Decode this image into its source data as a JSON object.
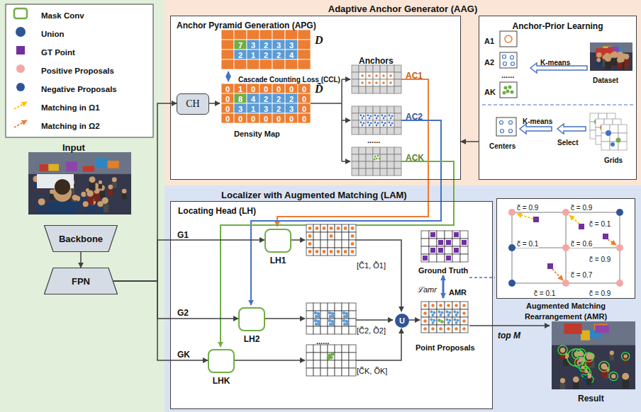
{
  "diagram": {
    "nodes": [
      {
        "text": [
          "Backbone"
        ]
      },
      {
        "text": [
          "FPN"
        ]
      },
      {
        "text": [
          "Adaptive Anchor Generator (AAG)"
        ]
      },
      {
        "text": [
          "Anchor Pyramid Generation (APG)"
        ],
        "in": 2
      },
      {
        "text": [
          "CH"
        ],
        "in": 3
      },
      {
        "text": [
          "Anchor-Prior Learning"
        ],
        "in": 2
      },
      {
        "text": [
          "Localizer with Augmented Matching (LAM)"
        ]
      },
      {
        "text": [
          "Locating Head (LH)"
        ],
        "in": 6
      },
      {
        "text": [
          "LH1"
        ],
        "in": 7
      },
      {
        "text": [
          "LH2"
        ],
        "in": 7
      },
      {
        "text": [
          "LHK"
        ],
        "in": 7
      },
      {
        "text": [
          "U"
        ],
        "in": 7
      },
      {
        "text": [
          "Augmented Matching Rearrangement (AMR)"
        ],
        "in": 6
      }
    ],
    "edges": [
      {
        "from": 0,
        "to": 1,
        "arrow": "to"
      },
      {
        "from": 1,
        "to": 4,
        "arrow": "to"
      },
      {
        "from": 1,
        "to": 8,
        "arrow": "to"
      },
      {
        "from": 1,
        "to": 9,
        "arrow": "to"
      },
      {
        "from": 1,
        "to": 10,
        "arrow": "to"
      },
      {
        "from": 5,
        "to": 3,
        "arrow": "to"
      }
    ],
    "labels": [
      "Input",
      "D",
      "7",
      "3",
      "2",
      "3",
      "3",
      "2",
      "1",
      "2",
      "2",
      "4",
      "Cascade Counting Loss (CCL)",
      "0",
      "1",
      "0",
      "0",
      "0",
      "0",
      "0",
      "0",
      "8",
      "4",
      "2",
      "2",
      "2",
      "0",
      "0",
      "3",
      "1",
      "3",
      "2",
      "3",
      "0",
      "0",
      "0",
      "0",
      "0",
      "0",
      "0",
      "0",
      "D̃",
      "Density Map",
      "Anchors",
      "......",
      "AC1",
      "AC2",
      "ACK",
      "A1",
      "A2",
      "......",
      "AK",
      "K-means",
      "Dataset",
      "Centers",
      "K-means",
      "Select",
      "Grids",
      "G1",
      "G2",
      "GK",
      "[C̃1, Õ1]",
      "......",
      "[C̃2, Õ2]",
      "[C̃K, ÕK]",
      "Ground Truth",
      "ℒamr",
      "AMR",
      "Point Proposals",
      "top M",
      "Result",
      "c̃ = 0.9",
      "c̃ = 0.9",
      "c̃ = 0.1",
      "c̃ = 0.1",
      "c̃ = 0.6",
      "c̃ = 0.9",
      "c̃ = 0.7",
      "c̃ = 0.1",
      "c̃ = 0.9"
    ],
    "legend": [
      {
        "text": "Mask Conv"
      },
      {
        "text": "Union"
      },
      {
        "text": "GT Point",
        "color": "#7030a0"
      },
      {
        "text": "Positive Proposals",
        "color": "#f4a6a6"
      },
      {
        "text": "Negative Proposals",
        "color": "#2f5597"
      },
      {
        "text": "Matching in Ω1"
      },
      {
        "text": "Matching in Ω2"
      }
    ]
  }
}
